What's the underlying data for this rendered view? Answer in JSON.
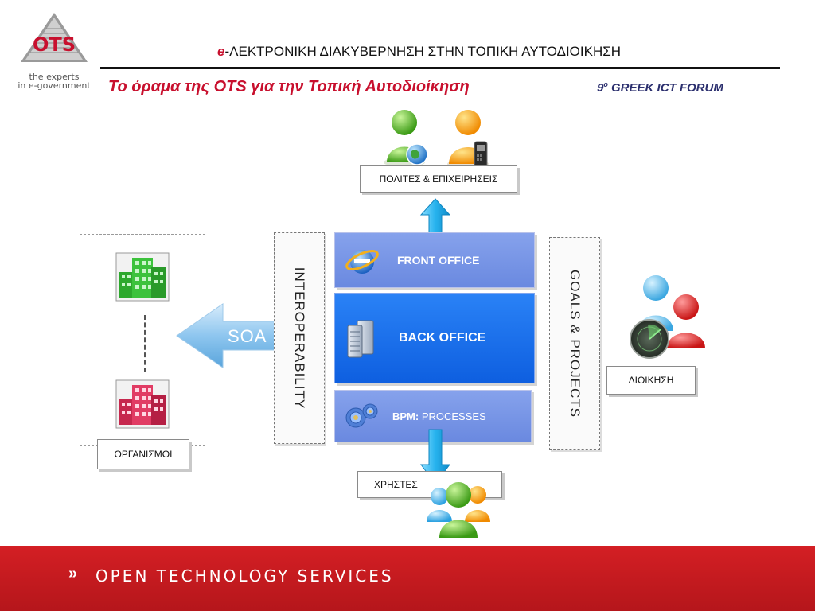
{
  "header": {
    "logo": {
      "brand": "OTS",
      "tagline_1": "the experts",
      "tagline_2": "in e-government"
    },
    "title_prefix": "e",
    "title_rest": "-ΛΕΚΤΡΟΝΙΚΗ ΔΙΑΚΥΒΕΡΝΗΣΗ ΣΤΗΝ ΤΟΠΙΚΗ ΑΥΤΟΔΙΟΙΚΗΣΗ",
    "subtitle": "Το όραμα της OTS για την Τοπική Αυτοδιοίκηση",
    "forum_number": "9",
    "forum_sup": "o",
    "forum_text": " GREEK ICT FORUM"
  },
  "diagram": {
    "citizens_label": "ΠΟΛΙΤΕΣ & ΕΠΙΧΕΙΡΗΣΕΙΣ",
    "organizations_label": "ΟΡΓΑΝΙΣΜΟΙ",
    "soa_label": "SOA",
    "interoperability_label": "INTEROPERABILITY",
    "front_office_label": "FRONT OFFICE",
    "back_office_label": "BACK OFFICE",
    "bpm_prefix": "BPM:",
    "bpm_rest": " PROCESSES",
    "goals_label": "GOALS & PROJECTS",
    "management_label": "ΔΙΟΙΚΗΣΗ",
    "users_label": "ΧΡΗΣΤΕΣ"
  },
  "footer": {
    "text": "OPEN TECHNOLOGY SERVICES",
    "chevron": "»"
  },
  "colors": {
    "brand_red": "#c8102e",
    "front_office_blue": "#6f8fe4",
    "back_office_blue": "#1e6ff0",
    "arrow_cyan": "#2fb5ec",
    "footer_red": "#cc1c21"
  },
  "icons": [
    "ots-logo-icon",
    "citizen-globe-icon",
    "business-mobile-icon",
    "green-building-icon",
    "red-building-icon",
    "soa-arrow-icon",
    "internet-explorer-icon",
    "server-icon",
    "gears-icon",
    "up-arrow-icon",
    "down-arrow-icon",
    "management-group-icon",
    "users-group-icon"
  ]
}
